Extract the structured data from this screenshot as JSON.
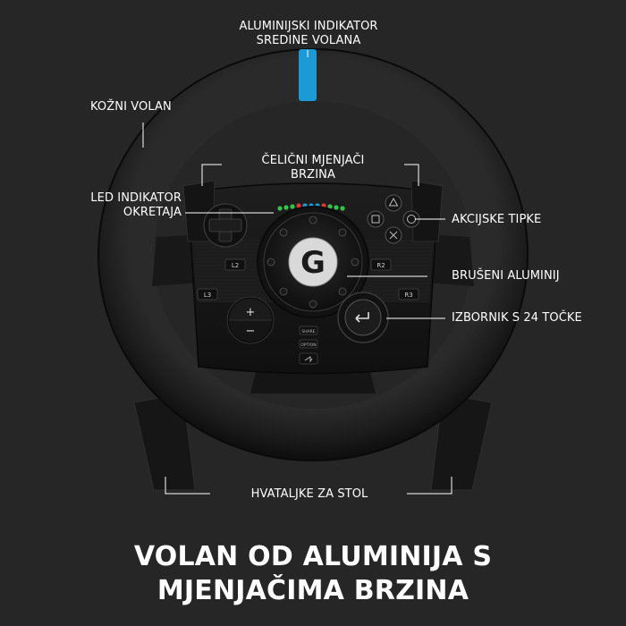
{
  "colors": {
    "background": "#262626",
    "text": "#ffffff",
    "accent_blue": "#1b9ad6"
  },
  "labels": {
    "center_indicator": [
      "ALUMINIJSKI INDIKATOR",
      "SREDINE VOLANA"
    ],
    "leather_wheel": "KOŽNI VOLAN",
    "paddle_shifters": [
      "ČELIČNI MJENJAČI",
      "BRZINA"
    ],
    "led_indicator": [
      "LED INDIKATOR",
      "OKRETAJA"
    ],
    "action_buttons": "AKCIJSKE TIPKE",
    "brushed_aluminum": "BRUŠENI ALUMINIJ",
    "dial_24": "IZBORNIK S 24 TOČKE",
    "table_clamps": "HVATALJKE ZA STOL"
  },
  "wheel_markings": {
    "logo": "G",
    "l2": "L2",
    "r2": "R2",
    "l3": "L3",
    "r3": "R3",
    "plus": "+",
    "minus": "−",
    "share": "SHARE",
    "option": "OPTION"
  },
  "headline": [
    "VOLAN OD ALUMINIJA S",
    "MJENJAČIMA BRZINA"
  ]
}
